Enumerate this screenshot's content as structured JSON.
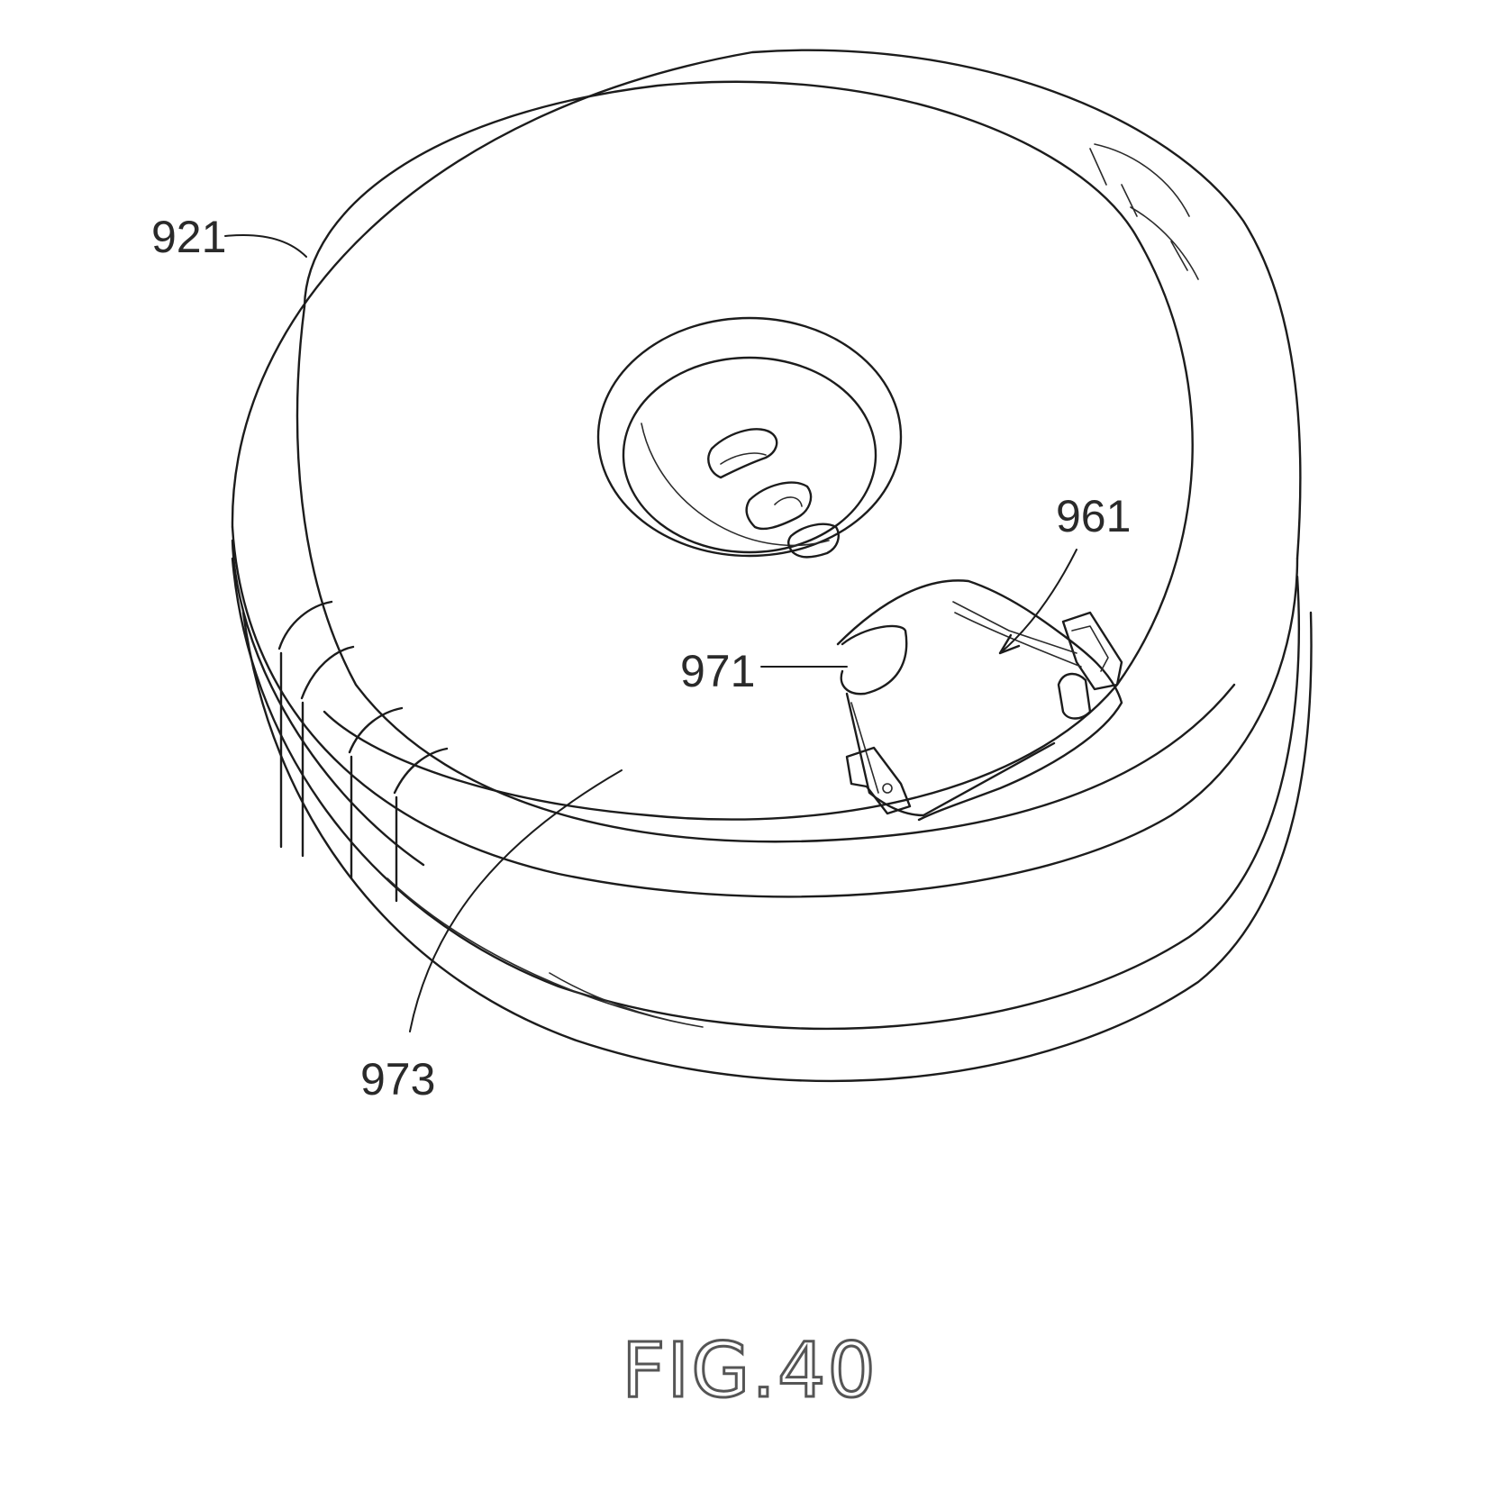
{
  "figure": {
    "caption": "FIG.40",
    "labels": {
      "ref_921": "921",
      "ref_961": "961",
      "ref_971": "971",
      "ref_973": "973"
    }
  },
  "colors": {
    "line": "#1c1c1c",
    "background": "#ffffff"
  }
}
